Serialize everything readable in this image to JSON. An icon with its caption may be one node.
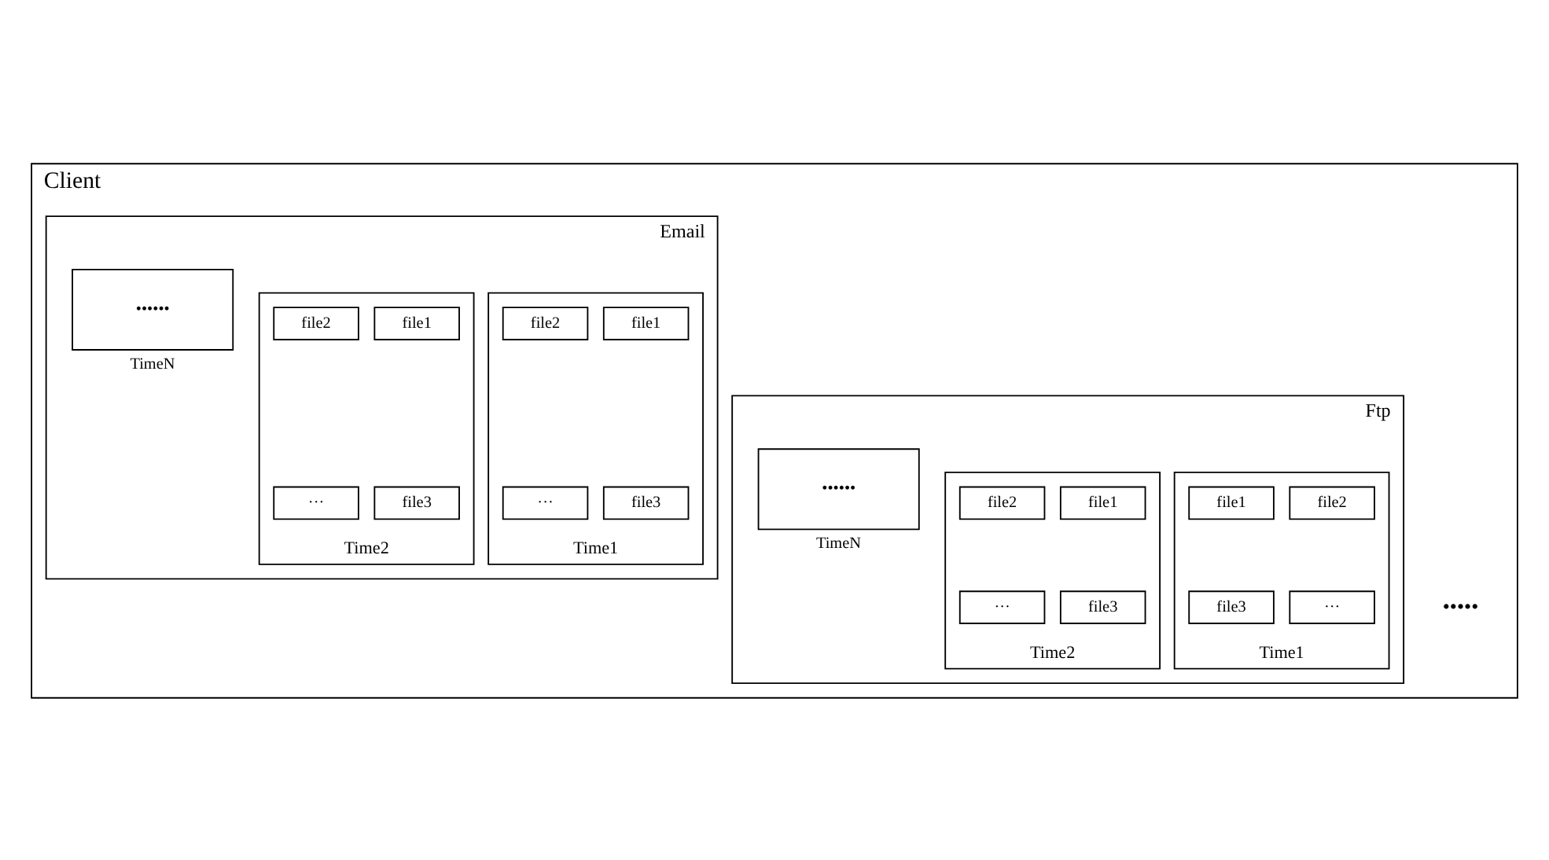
{
  "diagram": {
    "nodes": [
      {
        "text": [
          "Client"
        ]
      },
      {
        "text": [
          "Email"
        ],
        "in": 0
      },
      {
        "text": [
          "Time1"
        ],
        "in": 1
      },
      {
        "text": [
          "file1"
        ],
        "in": 2
      },
      {
        "text": [
          "file2"
        ],
        "in": 2
      },
      {
        "text": [
          "file3"
        ],
        "in": 2
      },
      {
        "text": [
          "···"
        ],
        "in": 2
      },
      {
        "text": [
          "Time2"
        ],
        "in": 1
      },
      {
        "text": [
          "file1"
        ],
        "in": 7
      },
      {
        "text": [
          "file2"
        ],
        "in": 7
      },
      {
        "text": [
          "file3"
        ],
        "in": 7
      },
      {
        "text": [
          "···"
        ],
        "in": 7
      },
      {
        "text": [
          "••••••",
          "TimeN"
        ],
        "in": 1
      },
      {
        "text": [
          "Ftp"
        ],
        "in": 0
      },
      {
        "text": [
          "Time1"
        ],
        "in": 13
      },
      {
        "text": [
          "file1"
        ],
        "in": 14
      },
      {
        "text": [
          "file2"
        ],
        "in": 14
      },
      {
        "text": [
          "file3"
        ],
        "in": 14
      },
      {
        "text": [
          "···"
        ],
        "in": 14
      },
      {
        "text": [
          "Time2"
        ],
        "in": 13
      },
      {
        "text": [
          "file1"
        ],
        "in": 19
      },
      {
        "text": [
          "file2"
        ],
        "in": 19
      },
      {
        "text": [
          "file3"
        ],
        "in": 19
      },
      {
        "text": [
          "···"
        ],
        "in": 19
      },
      {
        "text": [
          "••••••",
          "TimeN"
        ],
        "in": 13
      }
    ],
    "edges": [],
    "labels": [
      "•••••"
    ]
  }
}
